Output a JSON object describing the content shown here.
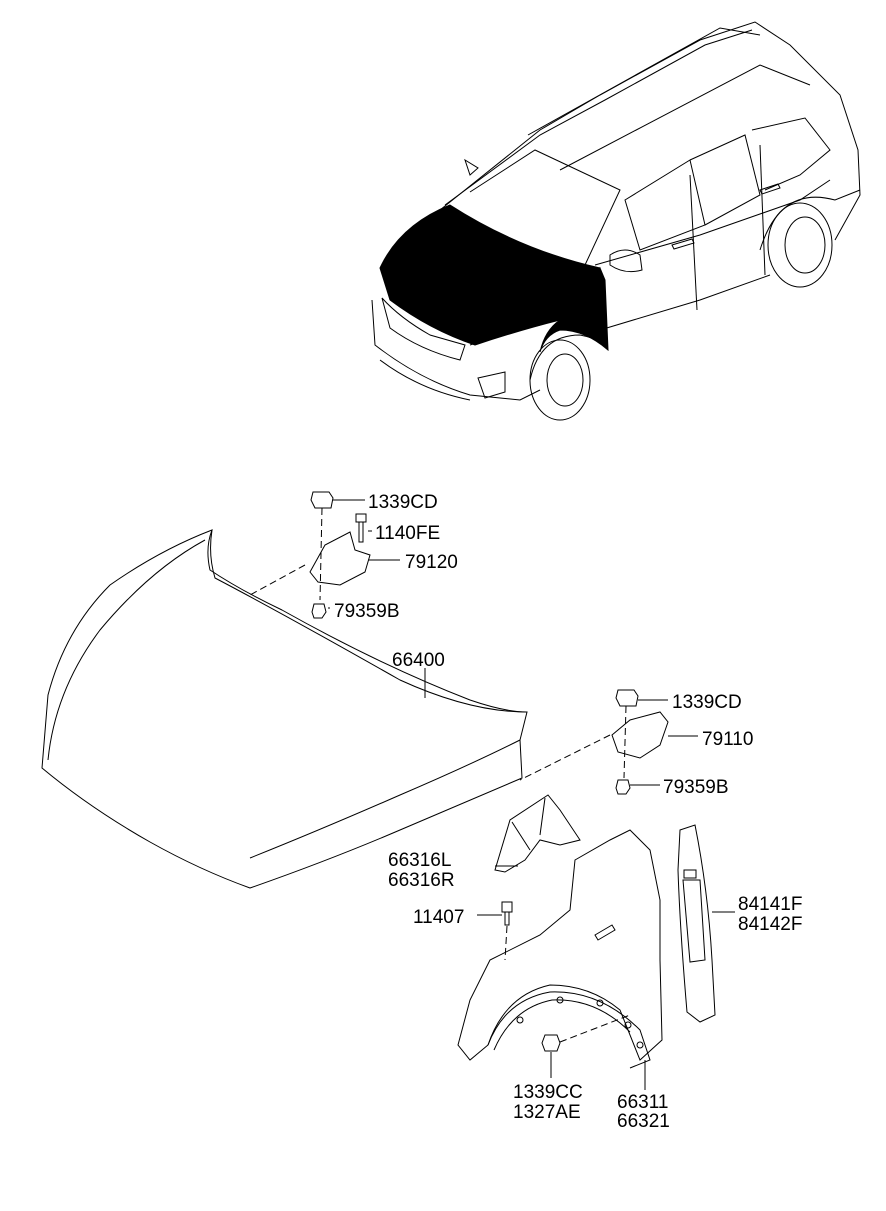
{
  "callouts": {
    "nut_1339cd_upper": "1339CD",
    "bolt_1140fe": "1140FE",
    "hinge_79120": "79120",
    "nut_79359b_upper": "79359B",
    "hood_66400": "66400",
    "nut_1339cd_lower": "1339CD",
    "hinge_79110": "79110",
    "nut_79359b_lower": "79359B",
    "bracket_left": "66316L",
    "bracket_right": "66316R",
    "bolt_11407": "11407",
    "garnish_l": "84141F",
    "garnish_r": "84142F",
    "clip_a": "1339CC",
    "clip_b": "1327AE",
    "fender_l": "66311",
    "fender_r": "66321"
  },
  "colors": {
    "line": "#000000",
    "highlight": "#000000",
    "background": "#ffffff"
  }
}
